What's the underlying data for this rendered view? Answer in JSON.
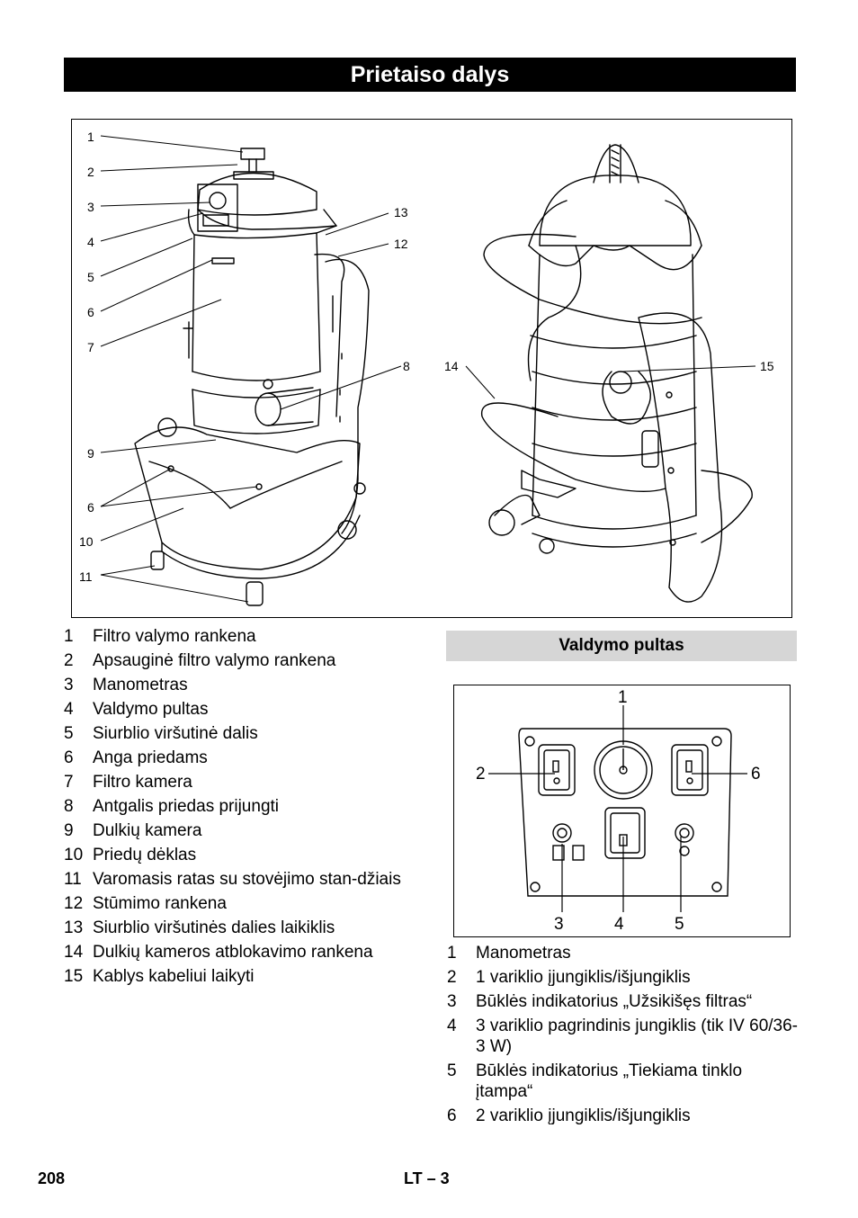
{
  "page": {
    "title": "Prietaiso dalys",
    "page_number": "208",
    "footer_code": "LT – 3"
  },
  "main_figure": {
    "callouts": [
      "1",
      "2",
      "3",
      "4",
      "5",
      "6",
      "7",
      "8",
      "9",
      "6",
      "10",
      "11",
      "12",
      "13",
      "14",
      "15"
    ]
  },
  "parts_list": [
    {
      "num": "1",
      "text": "Filtro valymo rankena"
    },
    {
      "num": "2",
      "text": "Apsauginė filtro valymo rankena"
    },
    {
      "num": "3",
      "text": "Manometras"
    },
    {
      "num": "4",
      "text": "Valdymo pultas"
    },
    {
      "num": "5",
      "text": "Siurblio viršutinė dalis"
    },
    {
      "num": "6",
      "text": "Anga priedams"
    },
    {
      "num": "7",
      "text": "Filtro kamera"
    },
    {
      "num": "8",
      "text": "Antgalis priedas prijungti"
    },
    {
      "num": "9",
      "text": "Dulkių kamera"
    },
    {
      "num": "10",
      "text": "Priedų dėklas"
    },
    {
      "num": "11",
      "text": "Varomasis ratas su stovėjimo stan-džiais"
    },
    {
      "num": "12",
      "text": "Stūmimo rankena"
    },
    {
      "num": "13",
      "text": "Siurblio viršutinės dalies laikiklis"
    },
    {
      "num": "14",
      "text": "Dulkių kameros atblokavimo rankena"
    },
    {
      "num": "15",
      "text": "Kablys kabeliui laikyti"
    }
  ],
  "control_panel": {
    "heading": "Valdymo pultas",
    "callouts": [
      "1",
      "2",
      "6",
      "3",
      "4",
      "5"
    ],
    "items": [
      {
        "num": "1",
        "text": "Manometras"
      },
      {
        "num": "2",
        "text": "1 variklio įjungiklis/išjungiklis"
      },
      {
        "num": "3",
        "text": "Būklės indikatorius „Užsikišęs filtras“"
      },
      {
        "num": "4",
        "text": "3 variklio pagrindinis jungiklis (tik IV 60/36-3 W)"
      },
      {
        "num": "5",
        "text": "Būklės indikatorius „Tiekiama tinklo įtampa“"
      },
      {
        "num": "6",
        "text": "2 variklio įjungiklis/išjungiklis"
      }
    ]
  }
}
